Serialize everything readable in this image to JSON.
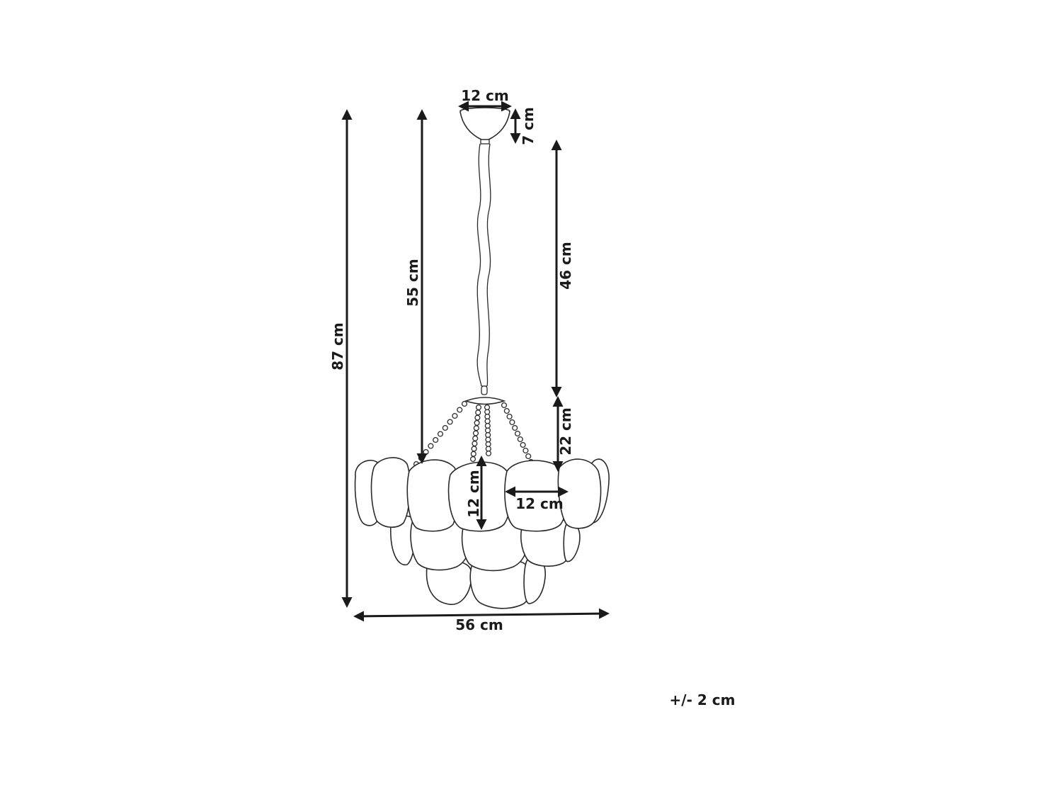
{
  "dimensions": {
    "canopy_width": "12 cm",
    "canopy_height": "7 cm",
    "total_height": "87 cm",
    "chain_to_shades": "55 cm",
    "chain_length": "46 cm",
    "frame_height": "22 cm",
    "shade_height": "12 cm",
    "shade_width": "12 cm",
    "total_width": "56 cm"
  },
  "tolerance": "+/- 2 cm"
}
